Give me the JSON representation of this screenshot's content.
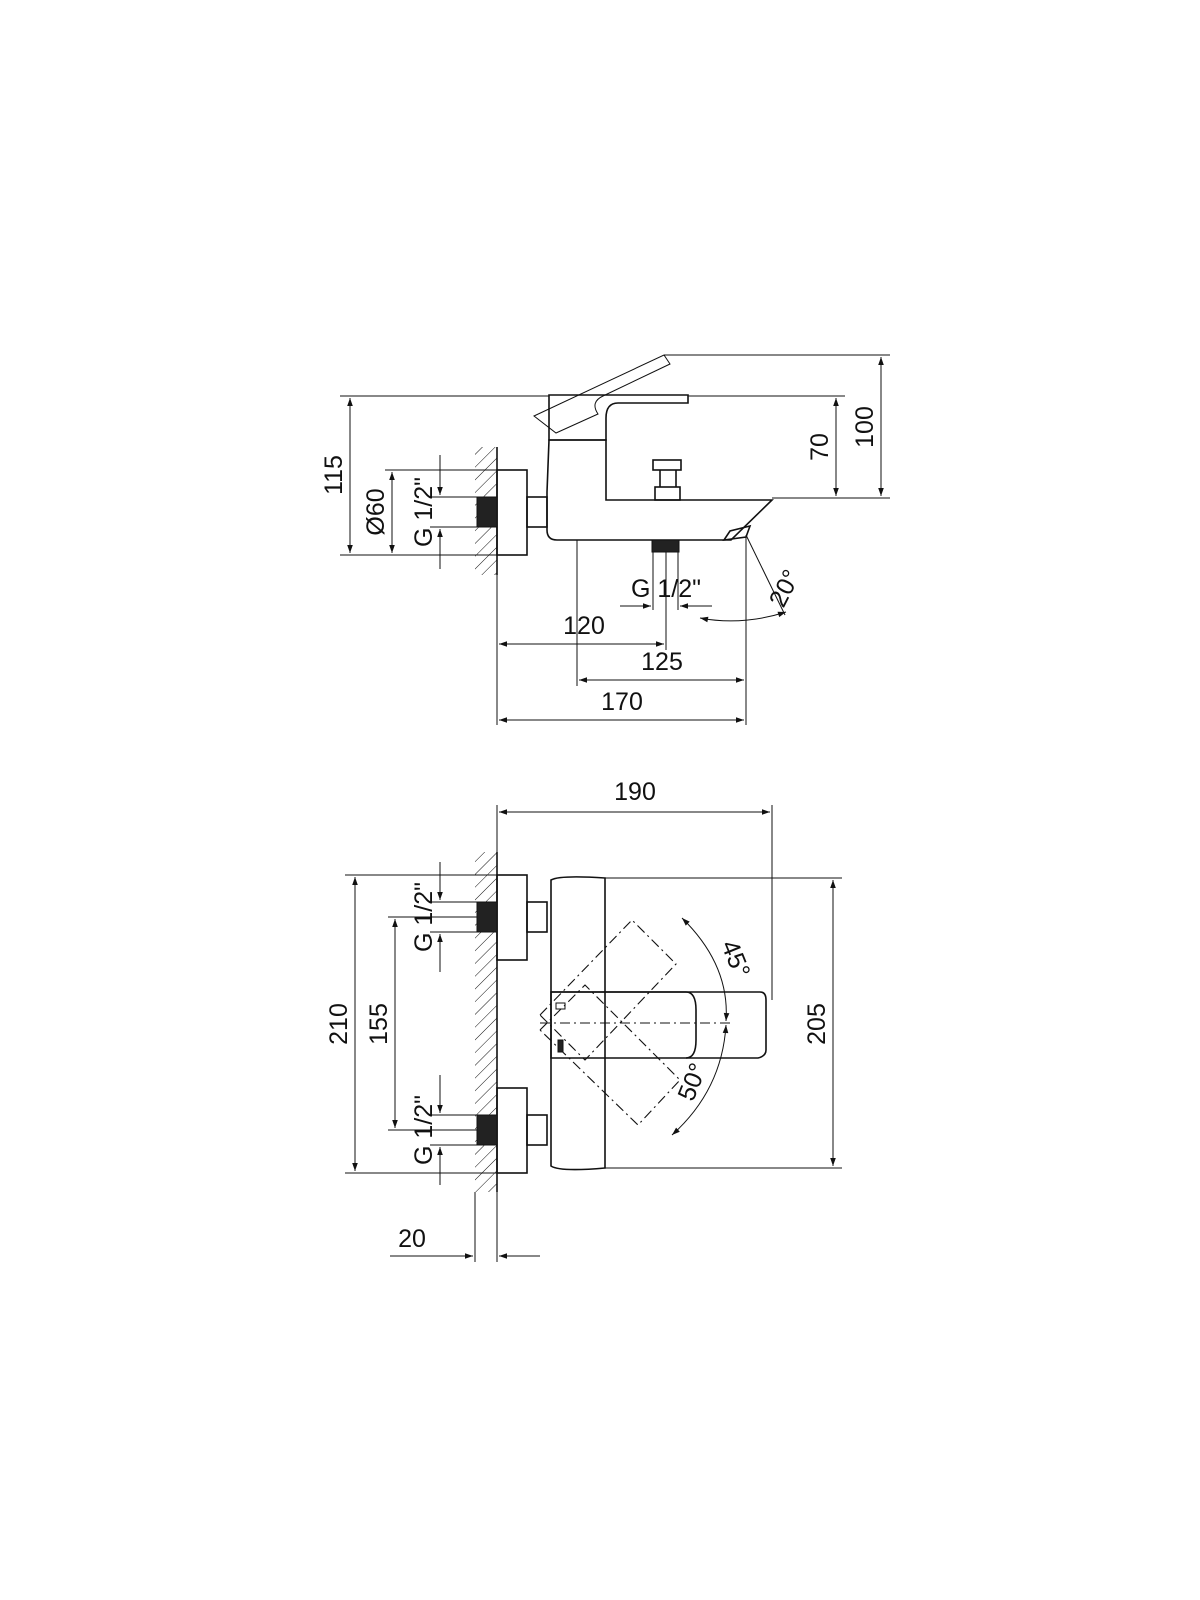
{
  "side_view": {
    "height_overall": "115",
    "height_top": "100",
    "height_body": "70",
    "diameter": "Ø60",
    "inlet_thread": "G 1/2\"",
    "outlet_thread": "G 1/2\"",
    "spout_angle": "20°",
    "depth_spout_outlet": "120",
    "depth_body": "125",
    "depth_overall": "170"
  },
  "front_view": {
    "width_overall": "190",
    "height_overall": "210",
    "height_body": "205",
    "inlet_spacing": "155",
    "top_inlet_thread": "G 1/2\"",
    "bottom_inlet_thread": "G 1/2\"",
    "lever_up_angle": "45°",
    "lever_down_angle": "50°",
    "wall_offset": "20"
  }
}
